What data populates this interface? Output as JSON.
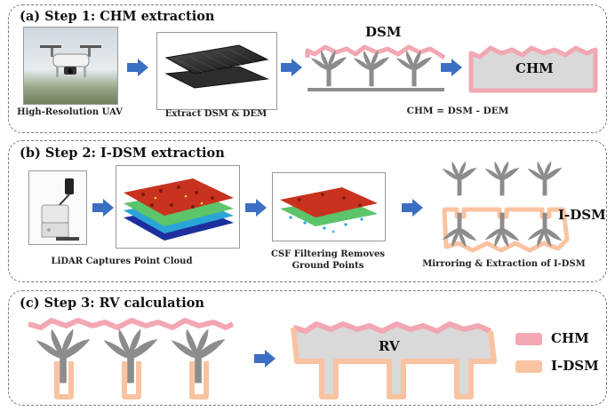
{
  "step1": {
    "title": "(a) Step 1: CHM extraction",
    "uav_caption": "High-Resolution UAV",
    "dsm_dem_caption": "Extract DSM & DEM",
    "dsm_label": "DSM",
    "chm_label": "CHM",
    "formula": "CHM = DSM - DEM"
  },
  "step2": {
    "title": "(b) Step 2: I-DSM extraction",
    "lidar_caption": "LiDAR Captures Point Cloud",
    "csf_caption_line1": "CSF Filtering Removes",
    "csf_caption_line2": "Ground Points",
    "mirror_caption": "Mirroring & Extraction of I-DSM",
    "idsm_label": "I-DSM"
  },
  "step3": {
    "title": "(c) Step 3: RV calculation",
    "rv_label": "RV",
    "legend": [
      {
        "label": "CHM",
        "color": "#f2a7b3"
      },
      {
        "label": "I-DSM",
        "color": "#f9c3a1"
      }
    ]
  },
  "colors": {
    "arrow": "#3b6fc4",
    "chm_outline": "#f2a7b3",
    "idsm_outline": "#f9c3a1",
    "tree_gray": "#8c8c8c",
    "fill_gray": "#d9d9d9"
  },
  "icons": [
    "drone-icon",
    "lidar-scanner-icon",
    "tree-icon"
  ]
}
